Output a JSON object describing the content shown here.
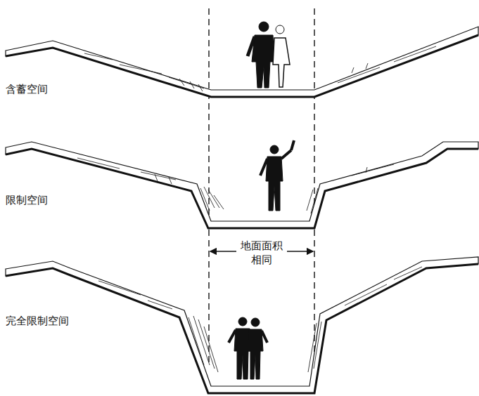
{
  "diagram": {
    "labels": [
      "含蓄空间",
      "限制空间",
      "完全限制空间",
      "地面面积 相同"
    ]
  }
}
